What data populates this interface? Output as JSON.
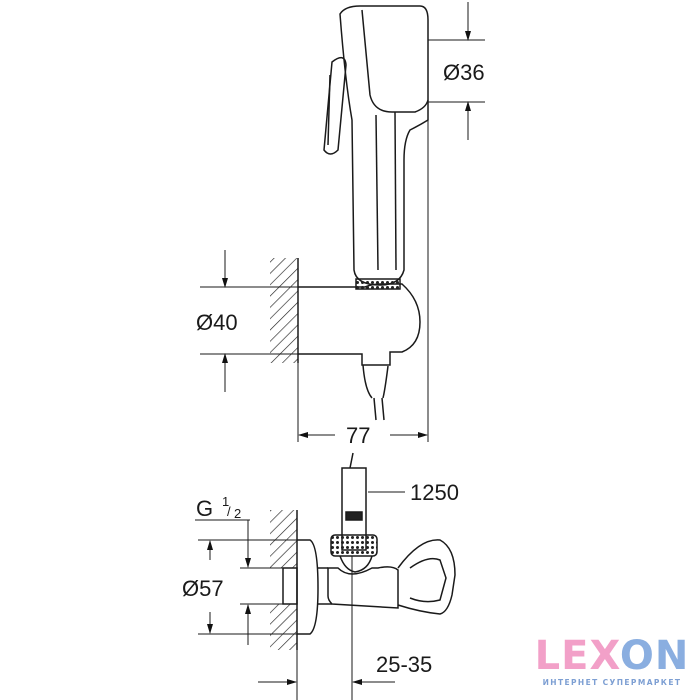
{
  "dimensions": {
    "head_diameter": "Ø36",
    "bracket_diameter": "Ø40",
    "projection": "77",
    "hose_length": "1250",
    "thread": "G",
    "thread_fraction_num": "1",
    "thread_fraction_den": "2",
    "rosette_diameter": "Ø57",
    "wall_offset": "25-35"
  },
  "logo": {
    "word_pink": "LEX",
    "word_blue": "ON",
    "tagline": "ИНТЕРНЕТ СУПЕРМАРКЕТ",
    "pink": "#f2a0c8",
    "blue": "#8aaee0"
  }
}
